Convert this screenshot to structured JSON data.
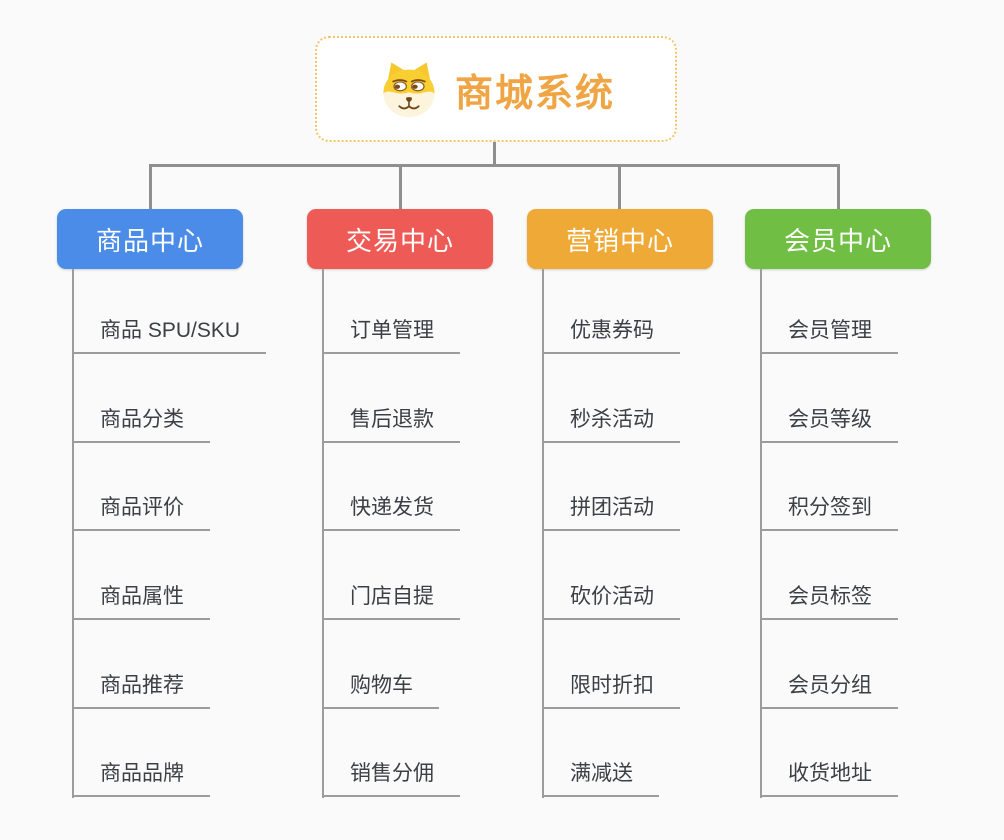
{
  "root": {
    "title": "商城系统",
    "accent_color": "#f0a545",
    "border_color": "#f4c36a",
    "icon": "dog-face"
  },
  "connector_color": "#8f8f8f",
  "background_color": "#fafafa",
  "leaf_text_color": "#3c4045",
  "branches": [
    {
      "label": "商品中心",
      "color": "#4a8ce8",
      "children": [
        "商品 SPU/SKU",
        "商品分类",
        "商品评价",
        "商品属性",
        "商品推荐",
        "商品品牌"
      ]
    },
    {
      "label": "交易中心",
      "color": "#ee5b57",
      "children": [
        "订单管理",
        "售后退款",
        "快递发货",
        "门店自提",
        "购物车",
        "销售分佣"
      ]
    },
    {
      "label": "营销中心",
      "color": "#efa937",
      "children": [
        "优惠券码",
        "秒杀活动",
        "拼团活动",
        "砍价活动",
        "限时折扣",
        "满减送"
      ]
    },
    {
      "label": "会员中心",
      "color": "#70be44",
      "children": [
        "会员管理",
        "会员等级",
        "积分签到",
        "会员标签",
        "会员分组",
        "收货地址"
      ]
    }
  ]
}
